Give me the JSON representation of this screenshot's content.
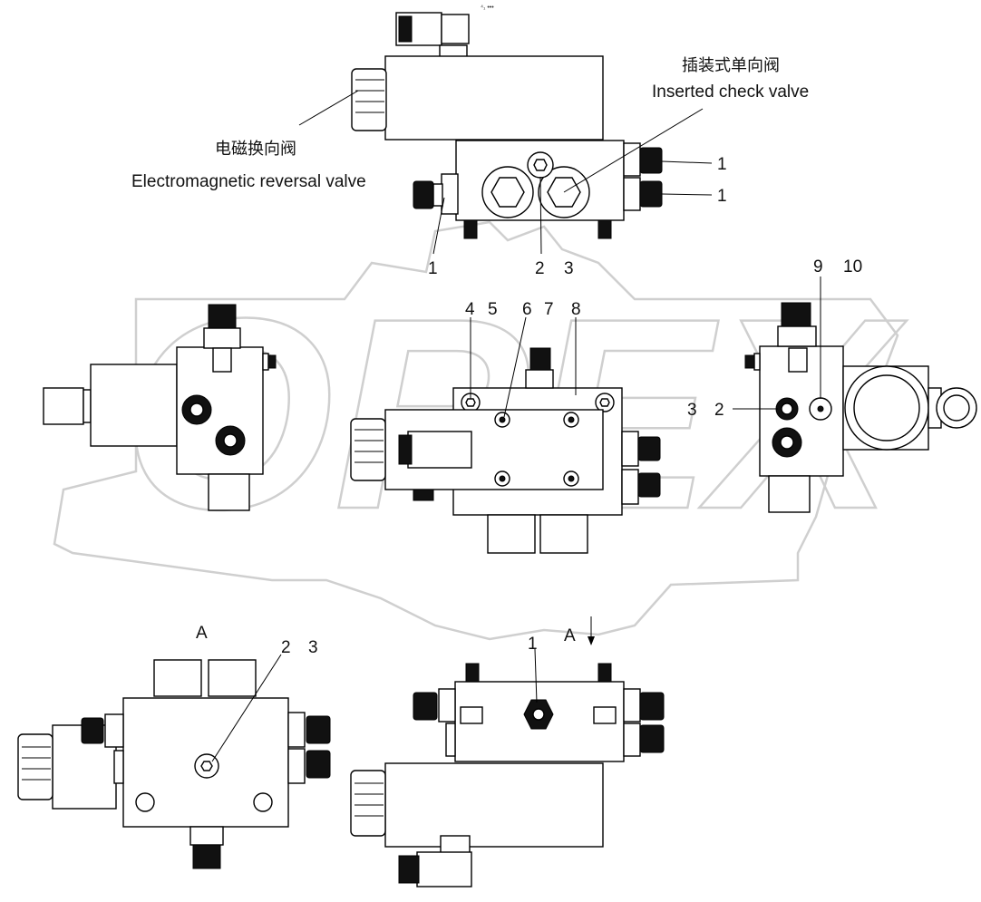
{
  "corner_mark": "⁴₁ •••",
  "watermark": "OREX",
  "annotations": {
    "check_valve_cn": "插装式单向阀",
    "check_valve_en": "Inserted check valve",
    "reversal_valve_cn": "电磁换向阀",
    "reversal_valve_en": "Electromagnetic reversal valve"
  },
  "view_labels": {
    "view_a_top": "A",
    "view_a_arrow": "A"
  },
  "callouts": {
    "c1a": "1",
    "c1b": "1",
    "c1c": "1",
    "c1d": "1",
    "c2a": "2",
    "c3a": "3",
    "c4": "4",
    "c5": "5",
    "c6": "6",
    "c7": "7",
    "c8": "8",
    "c9": "9",
    "c10": "10",
    "c3b": "3",
    "c2b": "2",
    "c2c": "2",
    "c3c": "3"
  }
}
